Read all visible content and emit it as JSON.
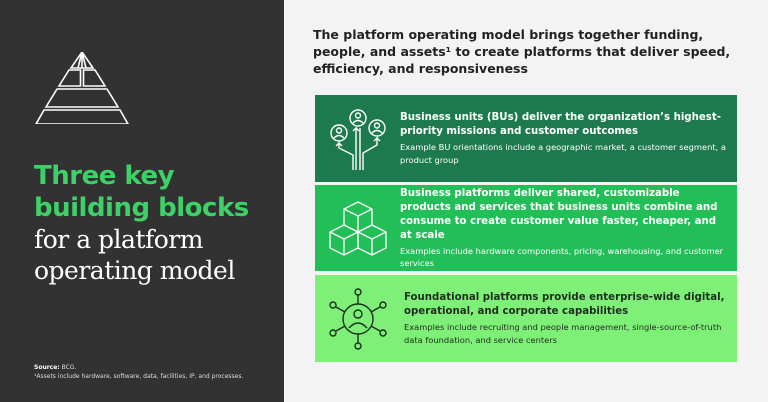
{
  "left": {
    "title_line1": "Three key",
    "title_line2": "building blocks",
    "title_line3": "for a platform",
    "title_line4": "operating model",
    "source_label": "Source:",
    "source_value": "BCG.",
    "footnote": "¹Assets include hardware, software, data, facilities, IP, and processes."
  },
  "header": "The platform operating model brings together funding, people, and assets¹ to create platforms that deliver speed, efficiency, and responsiveness",
  "cards": [
    {
      "title": "Business units (BUs) deliver the organization’s highest-priority missions and customer outcomes",
      "desc": "Example BU orientations include a geographic market, a customer segment, a product group",
      "icon": "people-arrows-icon",
      "color": "#1d7a4f"
    },
    {
      "title": "Business platforms deliver shared, customizable products and services that business units combine and consume to create customer value faster, cheaper, and at scale",
      "desc": "Examples include hardware components, pricing, warehousing, and customer services",
      "icon": "cubes-icon",
      "color": "#22be58"
    },
    {
      "title": "Foundational platforms provide enterprise-wide digital, operational, and corporate capabilities",
      "desc": "Examples include recruiting and people management, single-source-of-truth data foundation, and service centers",
      "icon": "network-person-icon",
      "color": "#7ef078"
    }
  ]
}
